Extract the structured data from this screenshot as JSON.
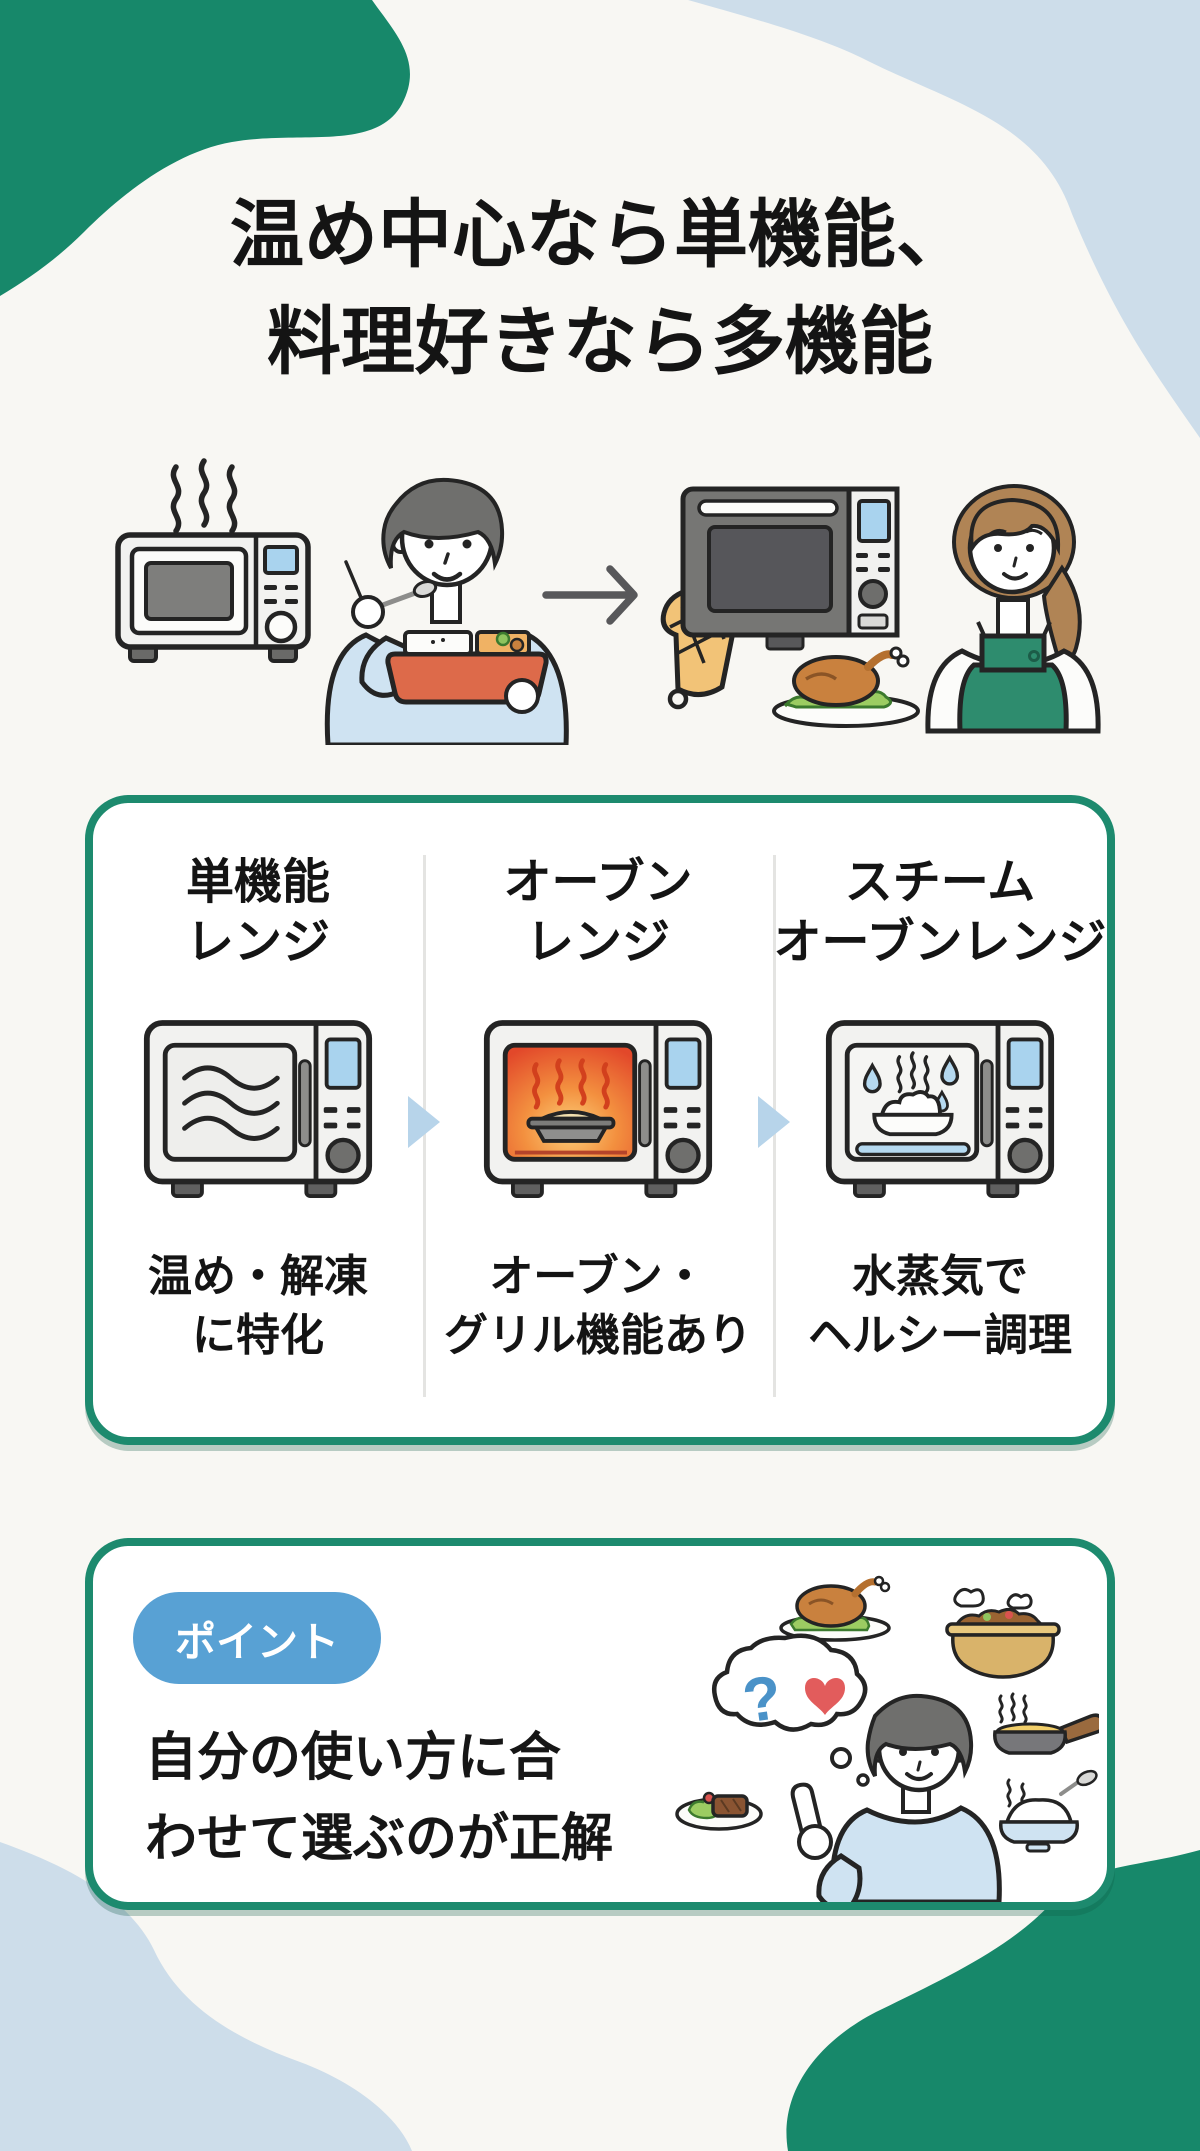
{
  "colors": {
    "background": "#f8f7f3",
    "blob_green": "#17886a",
    "blob_blue": "#cdddea",
    "card_border": "#1d8a6e",
    "card_bg": "#ffffff",
    "badge_bg": "#58a1d4",
    "badge_text": "#ffffff",
    "arrow_blue": "#b7d4ea",
    "arrow_gray": "#58585a",
    "heading_text": "#141414",
    "divider": "#e4e4e2"
  },
  "title": {
    "line1": "温め中心なら単機能、",
    "line2": "料理好きなら多機能"
  },
  "comparison_card": {
    "columns": [
      {
        "name_line1": "単機能",
        "name_line2": "レンジ",
        "desc_line1": "温め・解凍",
        "desc_line2": "に特化"
      },
      {
        "name_line1": "オーブン",
        "name_line2": "レンジ",
        "desc_line1": "オーブン・",
        "desc_line2": "グリル機能あり"
      },
      {
        "name_line1": "スチーム",
        "name_line2": "オーブンレンジ",
        "desc_line1": "水蒸気で",
        "desc_line2": "ヘルシー調理"
      }
    ]
  },
  "point_card": {
    "badge_label": "ポイント",
    "line1": "自分の使い方に合",
    "line2": "わせて選ぶのが正解",
    "bubble_symbol": "?"
  }
}
